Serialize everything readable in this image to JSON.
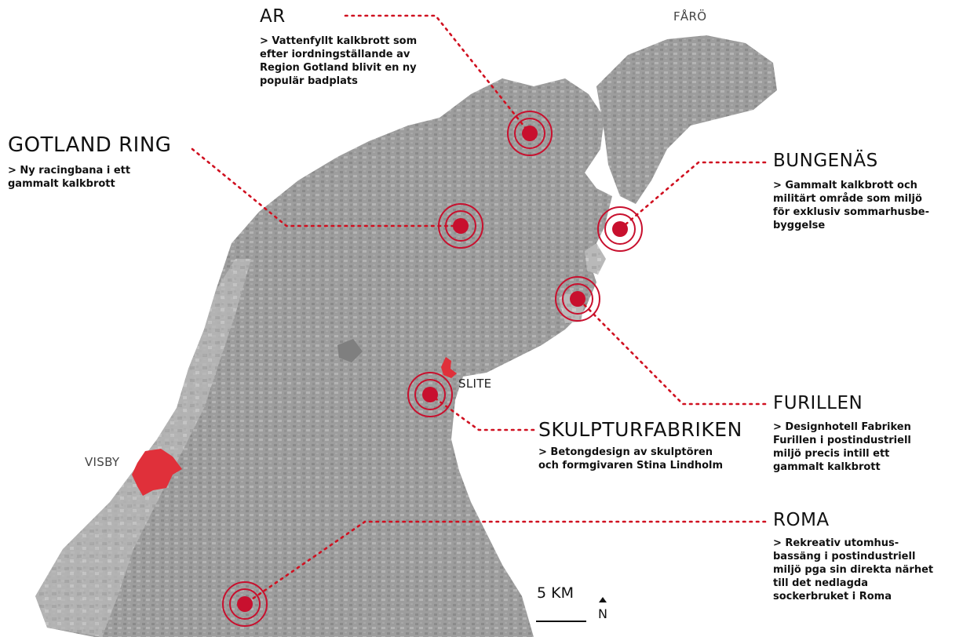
{
  "places": {
    "faro": "FÅRÖ",
    "slite": "SLITE",
    "visby": "VISBY"
  },
  "sites": [
    {
      "title": "AR",
      "description": "> Vattenfyllt kalkbrott som efter iordningställande av Region Gotland blivit en ny populär badplats"
    },
    {
      "title": "GOTLAND RING",
      "description": "> Ny racingbana i ett gammalt kalkbrott"
    },
    {
      "title": "BUNGENÄS",
      "description": "> Gammalt kalkbrott och militärt område som miljö för exklusiv sommarhusbe-byggelse"
    },
    {
      "title": "FURILLEN",
      "description": "> Designhotell Fabriken Furillen i postindustriell miljö precis intill ett gammalt kalkbrott"
    },
    {
      "title": "SKULPTURFABRIKEN",
      "description": "> Betongdesign av skulptören och formgivaren Stina Lindholm"
    },
    {
      "title": "ROMA",
      "description": "> Rekreativ utomhus-bassäng i postindustriell miljö pga sin direkta närhet till det nedlagda sockerbruket i Roma"
    }
  ],
  "scale": {
    "label": "5 KM"
  },
  "north": {
    "label": "N"
  },
  "colors": {
    "marker": "#c8102e",
    "town": "#e0303a",
    "land": "#9a9a9a",
    "leader": "#d01020"
  }
}
